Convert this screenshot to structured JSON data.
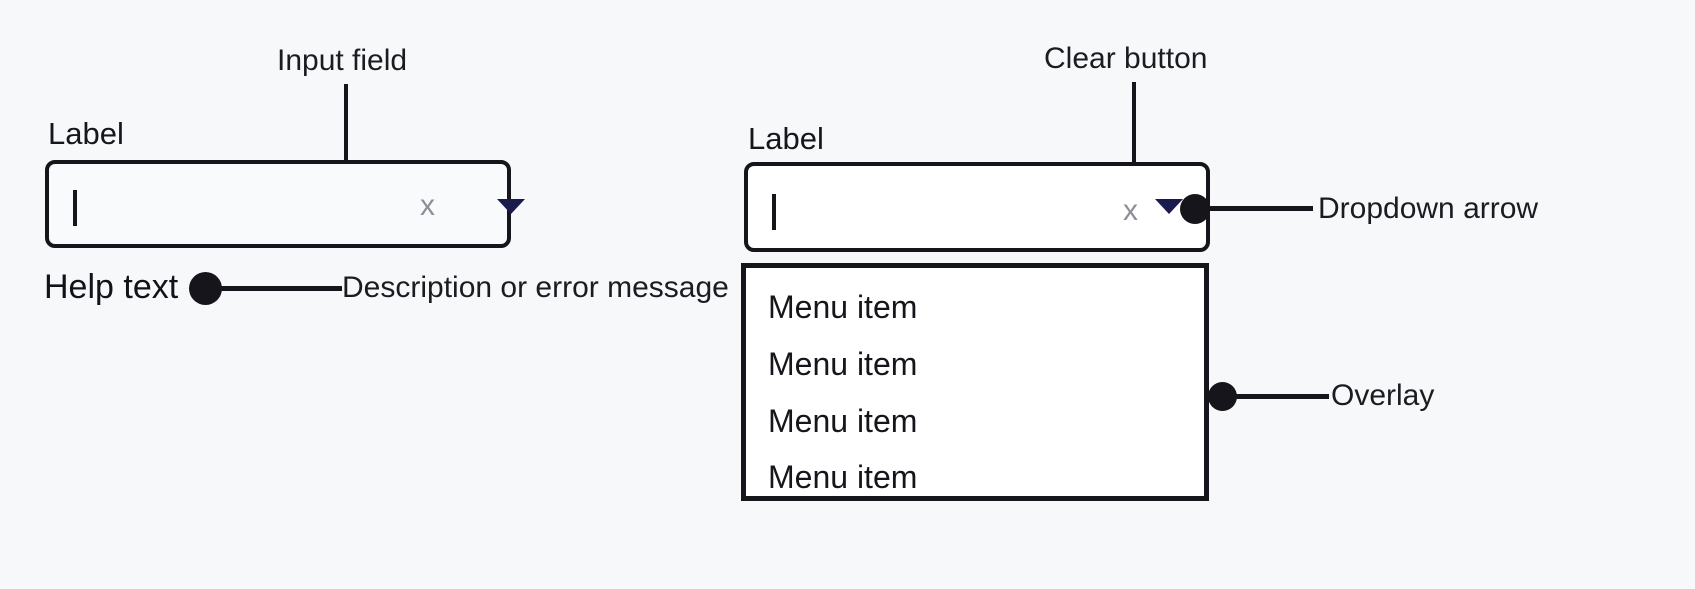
{
  "page": {
    "background_color": "#f7f8fa",
    "ink_color": "#15151b"
  },
  "annotations": {
    "input_field": "Input field",
    "clear_button": "Clear button",
    "dropdown_arrow": "Dropdown arrow",
    "overlay": "Overlay",
    "description": "Description or error message"
  },
  "left_field": {
    "label": "Label",
    "value": "",
    "caret": "|",
    "clear_icon": "clear-x-icon",
    "clear_glyph": "x",
    "clear_color": "#8e8e98",
    "dropdown_icon": "chevron-down-icon",
    "dropdown_color": "#1a1a4e",
    "help_text": "Help text",
    "background_color": "#f9fafb"
  },
  "right_field": {
    "label": "Label",
    "value": "",
    "caret": "|",
    "clear_icon": "clear-x-icon",
    "clear_glyph": "x",
    "clear_color": "#8e8e98",
    "dropdown_icon": "chevron-down-icon",
    "dropdown_color": "#1a1a4e",
    "background_color": "#ffffff"
  },
  "overlay_menu": {
    "background_color": "#ffffff",
    "items": [
      {
        "label": "Menu item"
      },
      {
        "label": "Menu item"
      },
      {
        "label": "Menu item"
      },
      {
        "label": "Menu item"
      }
    ]
  }
}
